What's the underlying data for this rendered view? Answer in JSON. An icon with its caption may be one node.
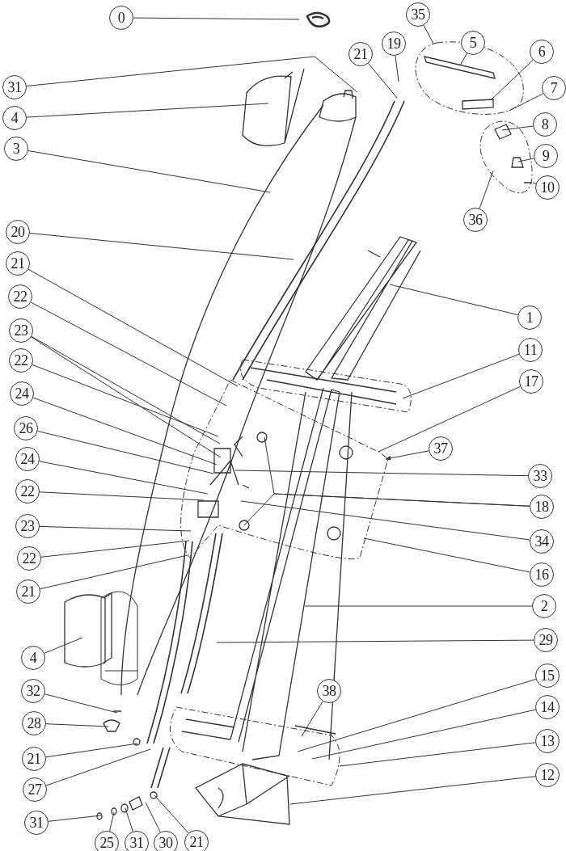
{
  "diagram": {
    "nodes": [
      {
        "text": [
          "0"
        ]
      },
      {
        "text": [
          "35"
        ]
      },
      {
        "text": [
          "21"
        ]
      },
      {
        "text": [
          "19"
        ]
      },
      {
        "text": [
          "5"
        ]
      },
      {
        "text": [
          "6"
        ]
      },
      {
        "text": [
          "31"
        ]
      },
      {
        "text": [
          "7"
        ]
      },
      {
        "text": [
          "4"
        ]
      },
      {
        "text": [
          "8"
        ]
      },
      {
        "text": [
          "3"
        ]
      },
      {
        "text": [
          "9"
        ]
      },
      {
        "text": [
          "10"
        ]
      },
      {
        "text": [
          "36"
        ]
      },
      {
        "text": [
          "20"
        ]
      },
      {
        "text": [
          "21"
        ]
      },
      {
        "text": [
          "22"
        ]
      },
      {
        "text": [
          "1"
        ]
      },
      {
        "text": [
          "23"
        ]
      },
      {
        "text": [
          "11"
        ]
      },
      {
        "text": [
          "22"
        ]
      },
      {
        "text": [
          "17"
        ]
      },
      {
        "text": [
          "24"
        ]
      },
      {
        "text": [
          "26"
        ]
      },
      {
        "text": [
          "37"
        ]
      },
      {
        "text": [
          "24"
        ]
      },
      {
        "text": [
          "33"
        ]
      },
      {
        "text": [
          "22"
        ]
      },
      {
        "text": [
          "18"
        ]
      },
      {
        "text": [
          "23"
        ]
      },
      {
        "text": [
          "34"
        ]
      },
      {
        "text": [
          "22"
        ]
      },
      {
        "text": [
          "16"
        ]
      },
      {
        "text": [
          "21"
        ]
      },
      {
        "text": [
          "2"
        ]
      },
      {
        "text": [
          "29"
        ]
      },
      {
        "text": [
          "4"
        ]
      },
      {
        "text": [
          "38"
        ]
      },
      {
        "text": [
          "15"
        ]
      },
      {
        "text": [
          "32"
        ]
      },
      {
        "text": [
          "28"
        ]
      },
      {
        "text": [
          "14"
        ]
      },
      {
        "text": [
          "13"
        ]
      },
      {
        "text": [
          "21"
        ]
      },
      {
        "text": [
          "12"
        ]
      },
      {
        "text": [
          "27"
        ]
      },
      {
        "text": [
          "31"
        ]
      },
      {
        "text": [
          "25"
        ]
      },
      {
        "text": [
          "31"
        ]
      },
      {
        "text": [
          "30"
        ]
      },
      {
        "text": [
          "21"
        ]
      }
    ],
    "edges": [
      {
        "from": 0,
        "to": null,
        "arrow": "none"
      },
      {
        "from": 1,
        "to": null,
        "arrow": "none"
      },
      {
        "from": 2,
        "to": null,
        "arrow": "none"
      },
      {
        "from": 3,
        "to": null,
        "arrow": "none"
      },
      {
        "from": 4,
        "to": null,
        "arrow": "none"
      },
      {
        "from": 5,
        "to": null,
        "arrow": "none"
      },
      {
        "from": 6,
        "to": null,
        "arrow": "none"
      },
      {
        "from": 7,
        "to": null,
        "arrow": "none"
      },
      {
        "from": 8,
        "to": null,
        "arrow": "none"
      },
      {
        "from": 9,
        "to": null,
        "arrow": "none"
      },
      {
        "from": 10,
        "to": null,
        "arrow": "none"
      },
      {
        "from": 11,
        "to": null,
        "arrow": "none"
      },
      {
        "from": 12,
        "to": null,
        "arrow": "none"
      },
      {
        "from": 13,
        "to": null,
        "arrow": "none"
      },
      {
        "from": 14,
        "to": null,
        "arrow": "none"
      },
      {
        "from": 15,
        "to": null,
        "arrow": "none"
      },
      {
        "from": 16,
        "to": null,
        "arrow": "none"
      },
      {
        "from": 17,
        "to": null,
        "arrow": "none"
      },
      {
        "from": 18,
        "to": null,
        "arrow": "none"
      },
      {
        "from": 18,
        "to": null,
        "arrow": "none"
      },
      {
        "from": 19,
        "to": null,
        "arrow": "none"
      },
      {
        "from": 20,
        "to": null,
        "arrow": "none"
      },
      {
        "from": 21,
        "to": null,
        "arrow": "none"
      },
      {
        "from": 22,
        "to": null,
        "arrow": "none"
      },
      {
        "from": 23,
        "to": null,
        "arrow": "none"
      },
      {
        "from": 24,
        "to": null,
        "arrow": "to"
      },
      {
        "from": 25,
        "to": null,
        "arrow": "none"
      },
      {
        "from": 26,
        "to": null,
        "arrow": "none"
      },
      {
        "from": 27,
        "to": null,
        "arrow": "none"
      },
      {
        "from": 28,
        "to": null,
        "arrow": "none"
      },
      {
        "from": 28,
        "to": null,
        "arrow": "none"
      },
      {
        "from": 29,
        "to": null,
        "arrow": "none"
      },
      {
        "from": 30,
        "to": null,
        "arrow": "none"
      },
      {
        "from": 31,
        "to": null,
        "arrow": "none"
      },
      {
        "from": 32,
        "to": null,
        "arrow": "none"
      },
      {
        "from": 33,
        "to": null,
        "arrow": "none"
      },
      {
        "from": 34,
        "to": null,
        "arrow": "none"
      },
      {
        "from": 35,
        "to": null,
        "arrow": "none"
      },
      {
        "from": 36,
        "to": null,
        "arrow": "none"
      },
      {
        "from": 37,
        "to": null,
        "arrow": "none"
      },
      {
        "from": 38,
        "to": null,
        "arrow": "none"
      },
      {
        "from": 39,
        "to": null,
        "arrow": "none"
      },
      {
        "from": 40,
        "to": null,
        "arrow": "none"
      },
      {
        "from": 41,
        "to": null,
        "arrow": "none"
      },
      {
        "from": 42,
        "to": null,
        "arrow": "none"
      },
      {
        "from": 43,
        "to": null,
        "arrow": "none"
      },
      {
        "from": 44,
        "to": null,
        "arrow": "none"
      },
      {
        "from": 45,
        "to": null,
        "arrow": "none"
      },
      {
        "from": 46,
        "to": null,
        "arrow": "none"
      },
      {
        "from": 47,
        "to": null,
        "arrow": "none"
      },
      {
        "from": 48,
        "to": null,
        "arrow": "none"
      },
      {
        "from": 49,
        "to": null,
        "arrow": "none"
      },
      {
        "from": 50,
        "to": null,
        "arrow": "none"
      }
    ]
  }
}
